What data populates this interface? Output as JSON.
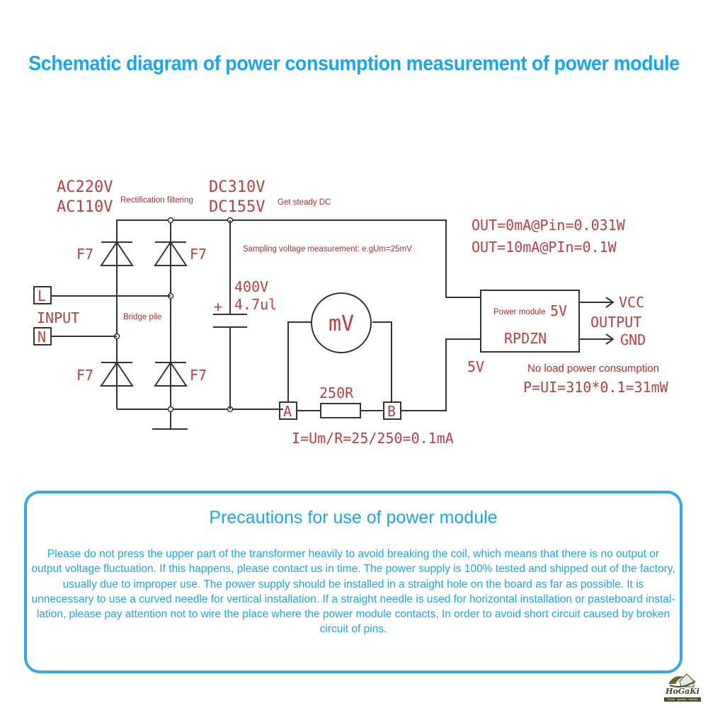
{
  "title": "Schematic diagram of power consumption measurement of power module",
  "schematic": {
    "input_voltage": {
      "line1": "AC220V",
      "line2": "AC110V"
    },
    "rectification_note": "Rectification filtering",
    "dc_voltage": {
      "line1": "DC310V",
      "line2": "DC155V"
    },
    "steady_dc_note": "Get steady DC",
    "sampling_note": "Sampling voltage measurement: e.gUm=25mV",
    "diode_label": "F7",
    "bridge_note": "Bridge pile",
    "input_terminals": {
      "live": "L",
      "neutral": "N",
      "label": "INPUT"
    },
    "capacitor": {
      "plus": "+",
      "voltage": "400V",
      "capacitance": "4.7ul"
    },
    "meter_label": "mV",
    "resistor_label": "250R",
    "terminal_a": "A",
    "terminal_b": "B",
    "current_formula": "I=Um/R=25/250=0.1mA",
    "readings": {
      "line1": "OUT=0mA@Pin=0.031W",
      "line2": "OUT=10mA@PIn=0.1W"
    },
    "module": {
      "note": "Power module",
      "voltage": "5V",
      "name": "RPDZN"
    },
    "outputs": {
      "vcc": "VCC",
      "label": "OUTPUT",
      "gnd": "GND"
    },
    "output_voltage_label": "5V",
    "no_load_note": "No load power consumption",
    "power_formula": "P=UI=310*0.1=31mW"
  },
  "precautions": {
    "title": "Precautions for use of power module",
    "body": "Please do not press the upper part of the transformer heavily to avoid breaking the coil, which means that there is no output or output voltage fluctuation. If this happens, please contact us in time. The power supply is 100% tested and shipped out of the factory, usually due to improper use. The power supply should be installed in a straight hole on the board as far as possible. It is unnecessary to use a curved needle for vertical installation. If a straight needle is used for horizontal installation or pasteboard instal-lation, please pay attention not to wire the place where the power module contacts, In order to avoid short circuit caused by broken circuit of pins."
  },
  "logo": {
    "name": "HoGaKi",
    "tagline": "Home - garden - kitchen"
  },
  "colors": {
    "title_blue": "#1ba5f0",
    "label_red": "#b8403f",
    "wire": "#333333"
  }
}
